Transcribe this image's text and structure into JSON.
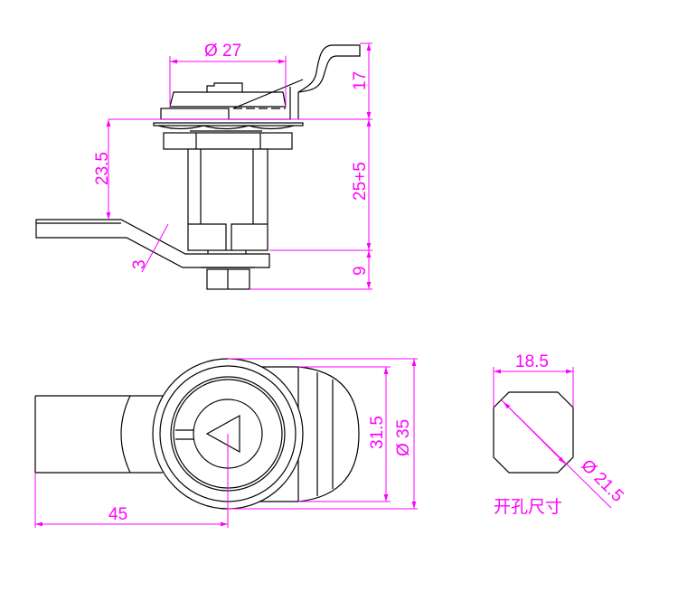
{
  "colors": {
    "dimension": "#ff00ff",
    "outline": "#000000"
  },
  "side_view": {
    "dim_cap_diameter": "Ø 27",
    "dim_handle_height": "17",
    "dim_grip_range": "25+5",
    "dim_bottom": "9",
    "dim_cam_offset": "23.5",
    "dim_cam_thickness": "3"
  },
  "front_view": {
    "dim_inner": "31.5",
    "dim_outer": "Ø 35",
    "dim_cam_length": "45"
  },
  "cutout_view": {
    "dim_width": "18.5",
    "dim_diagonal": "Ø 21.5",
    "label": "开孔尺寸"
  }
}
